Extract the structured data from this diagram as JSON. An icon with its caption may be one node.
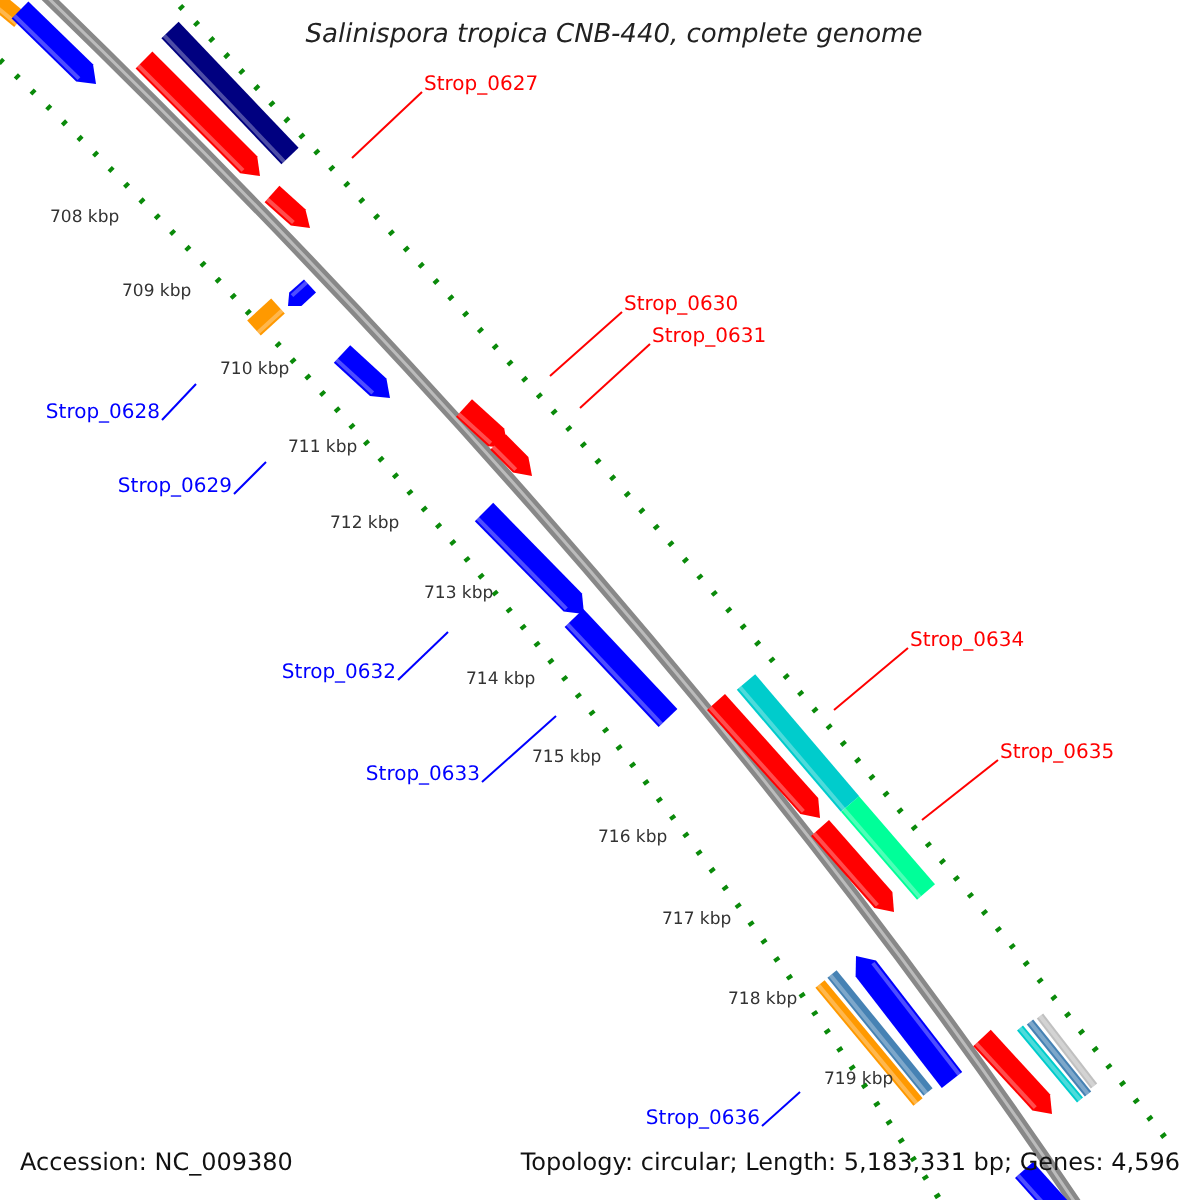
{
  "diagram": {
    "title": "Salinispora tropica CNB-440, complete genome",
    "nodes": [
      {
        "text": [
          "Strop_0627"
        ]
      },
      {
        "text": [
          "Strop_0628"
        ]
      },
      {
        "text": [
          "Strop_0629"
        ]
      },
      {
        "text": [
          "Strop_0630"
        ]
      },
      {
        "text": [
          "Strop_0631"
        ]
      },
      {
        "text": [
          "Strop_0632"
        ]
      },
      {
        "text": [
          "Strop_0633"
        ]
      },
      {
        "text": [
          "Strop_0634"
        ]
      },
      {
        "text": [
          "Strop_0635"
        ]
      },
      {
        "text": [
          "Strop_0636"
        ]
      }
    ],
    "edges": [
      {
        "from": 0,
        "to": null,
        "arrow": "none",
        "color": "#ff0000"
      },
      {
        "from": 1,
        "to": null,
        "arrow": "none",
        "color": "#0000ff"
      },
      {
        "from": 2,
        "to": null,
        "arrow": "none",
        "color": "#0000ff"
      },
      {
        "from": 3,
        "to": null,
        "arrow": "none",
        "color": "#ff0000"
      },
      {
        "from": 4,
        "to": null,
        "arrow": "none",
        "color": "#ff0000"
      },
      {
        "from": 5,
        "to": null,
        "arrow": "none",
        "color": "#0000ff"
      },
      {
        "from": 6,
        "to": null,
        "arrow": "none",
        "color": "#0000ff"
      },
      {
        "from": 7,
        "to": null,
        "arrow": "none",
        "color": "#ff0000"
      },
      {
        "from": 8,
        "to": null,
        "arrow": "none",
        "color": "#ff0000"
      },
      {
        "from": 9,
        "to": null,
        "arrow": "none",
        "color": "#0000ff"
      }
    ],
    "labels": [
      "708 kbp",
      "709 kbp",
      "710 kbp",
      "711 kbp",
      "712 kbp",
      "713 kbp",
      "714 kbp",
      "715 kbp",
      "716 kbp",
      "717 kbp",
      "718 kbp",
      "719 kbp",
      "Accession: NC_009380",
      "Topology: circular; Length: 5,183,331 bp; Genes: 4,596"
    ]
  }
}
